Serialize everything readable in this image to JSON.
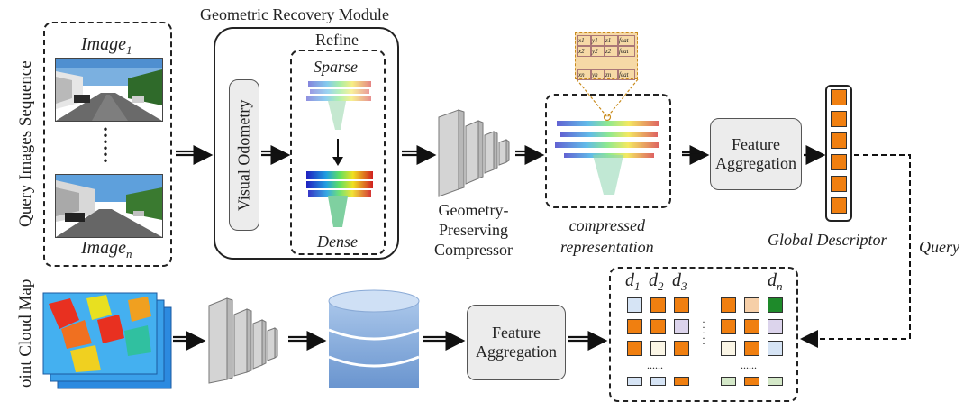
{
  "query_sequence_label": "Query Images Sequence",
  "image_first": {
    "base": "Image",
    "sub": "1"
  },
  "image_last": {
    "base": "Image",
    "sub": "n"
  },
  "vertical_dots": "⋮",
  "module_title": "Geometric Recovery Module",
  "refine_label": "Refine",
  "sparse_label": "Sparse",
  "dense_label": "Dense",
  "visual_odometry_label": "Visual Odometry",
  "compressor_label": [
    "Geometry-",
    "Preserving",
    "Compressor"
  ],
  "compressed_label": [
    "compressed",
    "representation"
  ],
  "feature_aggregation_top": [
    "Feature",
    "Aggregation"
  ],
  "global_descriptor_label": "Global Descriptor",
  "query_label": "Query",
  "point_cloud_map_label": "oint Cloud Map",
  "feature_aggregation_bottom": [
    "Feature",
    "Aggregation"
  ],
  "descriptor_headers": [
    {
      "base": "d",
      "sub": "1"
    },
    {
      "base": "d",
      "sub": "2"
    },
    {
      "base": "d",
      "sub": "3"
    },
    {
      "base": "d",
      "sub": "n"
    }
  ],
  "grid_hdots": "......",
  "grid_vdots": "⋮",
  "point_table": {
    "rows": [
      [
        "x1",
        "y1",
        "z1",
        "feat"
      ],
      [
        "x2",
        "y2",
        "z2",
        "feat"
      ],
      [
        "xn",
        "yn",
        "zn",
        "feat"
      ]
    ]
  },
  "colors": {
    "orange": "#f07f10",
    "lavender": "#dcd4ec",
    "light_blue": "#d6e4f5",
    "cream": "#fbf6e6",
    "peach": "#f6cfa8",
    "light_green": "#d4e8c8",
    "green": "#1e8a2a",
    "table_fill": "#f6d9a6"
  },
  "descriptor_grid": [
    [
      "light_blue",
      "orange",
      "orange",
      "orange",
      "peach",
      "green"
    ],
    [
      "orange",
      "orange",
      "lavender",
      "orange",
      "orange",
      "lavender"
    ],
    [
      "orange",
      "cream",
      "orange",
      "cream",
      "orange",
      "light_blue"
    ],
    [
      "light_blue",
      "light_blue",
      "orange",
      "light_green",
      "orange",
      "light_green"
    ]
  ]
}
